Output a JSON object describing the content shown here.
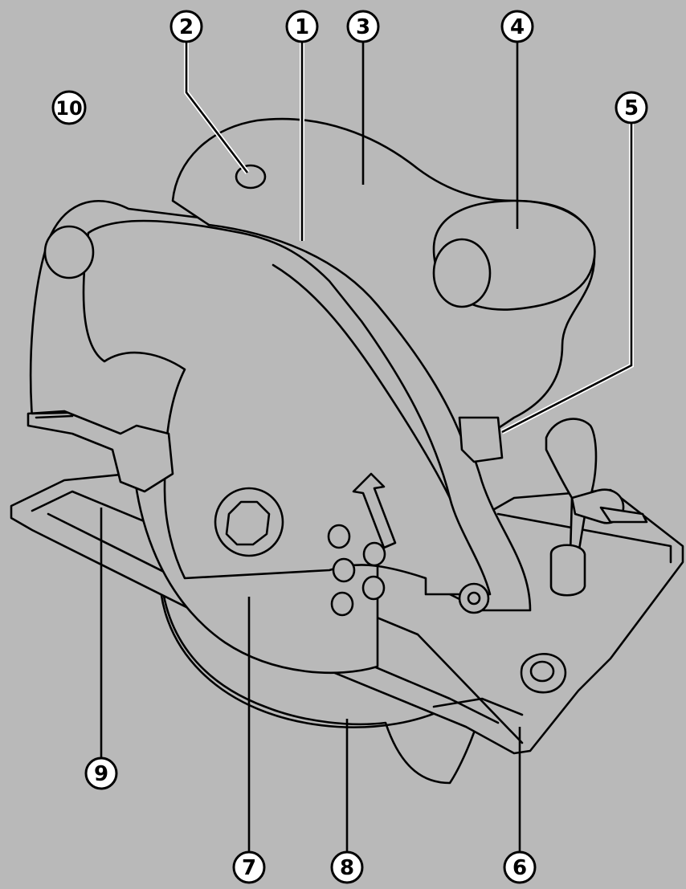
{
  "colors": {
    "background": "#b9b9b9",
    "tool_fill": "#b9b9b9",
    "outline": "#000000",
    "highlight": "#ffffff"
  },
  "callouts": [
    {
      "id": "c1",
      "label": "1"
    },
    {
      "id": "c2",
      "label": "2"
    },
    {
      "id": "c3",
      "label": "3"
    },
    {
      "id": "c4",
      "label": "4"
    },
    {
      "id": "c5",
      "label": "5"
    },
    {
      "id": "c6",
      "label": "6"
    },
    {
      "id": "c7",
      "label": "7"
    },
    {
      "id": "c8",
      "label": "8"
    },
    {
      "id": "c9",
      "label": "9"
    },
    {
      "id": "c10",
      "label": "10"
    }
  ]
}
